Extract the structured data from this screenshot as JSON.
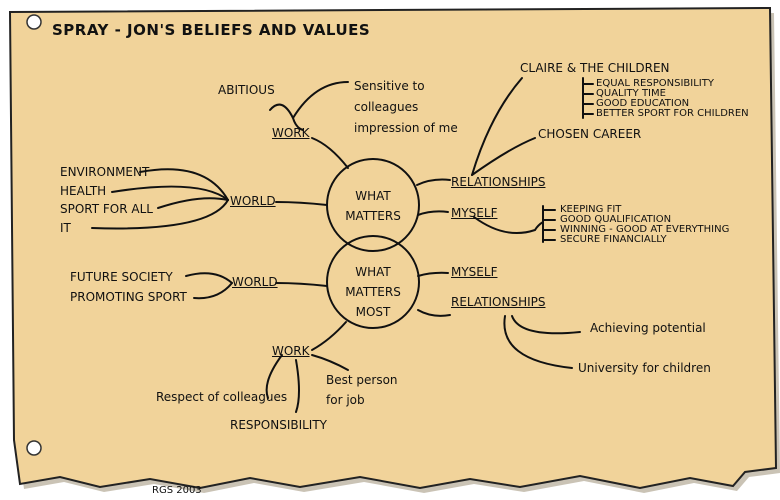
{
  "title": "SPRAY - JON'S BELIEFS AND VALUES",
  "credit": "RGS 2003",
  "colors": {
    "paper": "#f1d39a",
    "paper_edge": "#222222",
    "ink": "#111111"
  },
  "centers": {
    "top_lines": [
      "WHAT",
      "MATTERS"
    ],
    "bottom_lines": [
      "WHAT",
      "MATTERS",
      "MOST"
    ]
  },
  "what_matters": {
    "work": {
      "label": "WORK",
      "ambitious": "ABITIOUS",
      "sensitive_lines": [
        "Sensitive to",
        "colleagues",
        "impression of me"
      ]
    },
    "world": {
      "label": "WORLD",
      "items": [
        "ENVIRONMENT",
        "HEALTH",
        "SPORT FOR ALL",
        "IT"
      ]
    },
    "relationships": {
      "label": "RELATIONSHIPS",
      "claire": "CLAIRE & THE CHILDREN",
      "claire_items": [
        "EQUAL RESPONSIBILITY",
        "QUALITY TIME",
        "GOOD EDUCATION",
        "BETTER SPORT FOR CHILDREN"
      ],
      "career": "CHOSEN CAREER"
    },
    "myself": {
      "label": "MYSELF",
      "items": [
        "KEEPING FIT",
        "GOOD QUALIFICATION",
        "WINNING - GOOD AT EVERYTHING",
        "SECURE FINANCIALLY"
      ]
    }
  },
  "what_matters_most": {
    "world": {
      "label": "WORLD",
      "items": [
        "FUTURE SOCIETY",
        "PROMOTING SPORT"
      ]
    },
    "myself": {
      "label": "MYSELF"
    },
    "relationships": {
      "label": "RELATIONSHIPS",
      "items": [
        "Achieving potential",
        "University for children"
      ]
    },
    "work": {
      "label": "WORK",
      "respect": "Respect of colleagues",
      "responsibility": "RESPONSIBILITY",
      "best_lines": [
        "Best person",
        "for job"
      ]
    }
  }
}
